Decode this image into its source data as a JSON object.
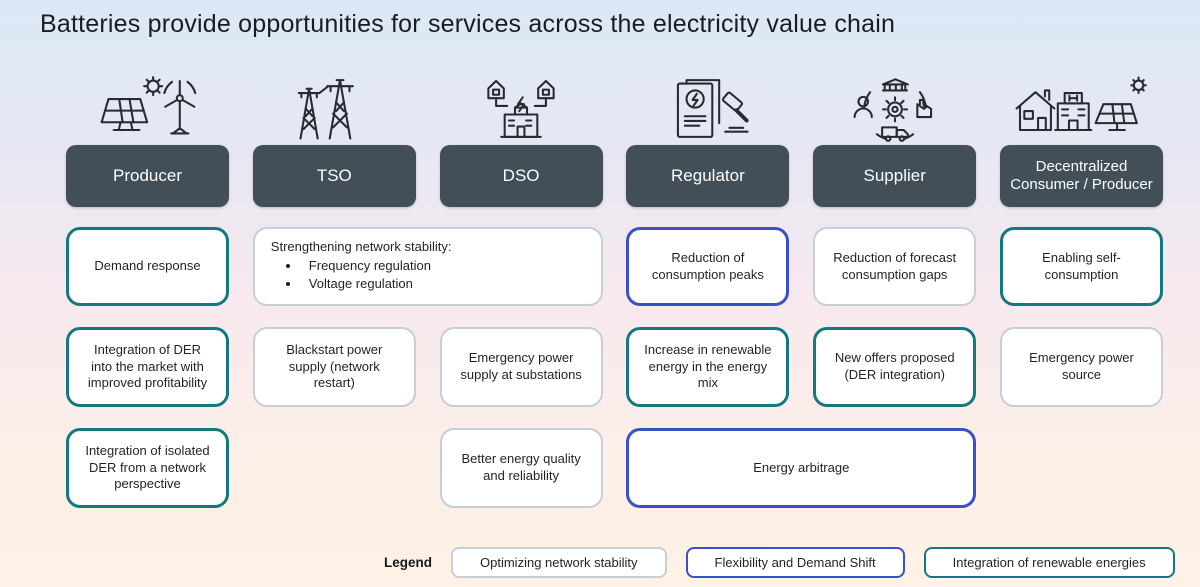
{
  "title": "Batteries provide opportunities for services across the electricity value chain",
  "colors": {
    "background_top": "#dce8f6",
    "background_middle": "#f8e9ee",
    "background_bottom": "#fdf2e5",
    "header_pill": "#424e58",
    "header_text": "#ffffff",
    "border_stability_gray": "#c6ced6",
    "border_flexibility_blue": "#3b4fc6",
    "border_renewables_teal": "#14787f",
    "box_background": "#ffffff",
    "body_text": "#1e2329"
  },
  "columns": [
    {
      "label": "Producer",
      "icon": "solar-panel-and-wind-turbine-icon"
    },
    {
      "label": "TSO",
      "icon": "transmission-towers-icon"
    },
    {
      "label": "DSO",
      "icon": "distribution-network-icon"
    },
    {
      "label": "Regulator",
      "icon": "document-and-gavel-icon"
    },
    {
      "label": "Supplier",
      "icon": "supply-chain-cycle-icon"
    },
    {
      "label": "Decentralized Consumer / Producer",
      "icon": "house-hospital-solar-icon"
    }
  ],
  "services": {
    "demand_response": {
      "label": "Demand response",
      "column": "Producer",
      "category": "renewables"
    },
    "network_stability": {
      "title": "Strengthening network stability:",
      "bullets": [
        "Frequency regulation",
        "Voltage regulation"
      ],
      "columns": "TSO + DSO",
      "category": "stability"
    },
    "reduction_peaks": {
      "label": "Reduction of consumption peaks",
      "column": "Regulator",
      "category": "flexibility"
    },
    "forecast_gaps": {
      "label": "Reduction of forecast consumption gaps",
      "column": "Supplier",
      "category": "stability"
    },
    "self_consumption": {
      "label": "Enabling self-consumption",
      "column": "Decentralized Consumer / Producer",
      "category": "renewables"
    },
    "der_market": {
      "label": "Integration of DER into the market with improved profitability",
      "column": "Producer",
      "category": "renewables"
    },
    "blackstart": {
      "label": "Blackstart power supply (network restart)",
      "column": "TSO",
      "category": "stability"
    },
    "emergency_substations": {
      "label": "Emergency power supply at substations",
      "column": "DSO",
      "category": "stability"
    },
    "renewable_mix": {
      "label": "Increase in renewable energy in the energy mix",
      "column": "Regulator",
      "category": "renewables"
    },
    "new_offers": {
      "label": "New offers proposed (DER integration)",
      "column": "Supplier",
      "category": "renewables"
    },
    "emergency_source": {
      "label": "Emergency power source",
      "column": "Decentralized Consumer / Producer",
      "category": "stability"
    },
    "isolated_der": {
      "label": "Integration of isolated DER from a network perspective",
      "column": "Producer",
      "category": "renewables"
    },
    "energy_quality": {
      "label": "Better energy quality and reliability",
      "column": "DSO",
      "category": "stability"
    },
    "energy_arbitrage": {
      "label": "Energy arbitrage",
      "columns": "Regulator + Supplier",
      "category": "flexibility"
    }
  },
  "legend": {
    "label": "Legend",
    "items": [
      {
        "label": "Optimizing network stability",
        "category": "stability"
      },
      {
        "label": "Flexibility and Demand Shift",
        "category": "flexibility"
      },
      {
        "label": "Integration of renewable energies",
        "category": "renewables"
      }
    ]
  }
}
